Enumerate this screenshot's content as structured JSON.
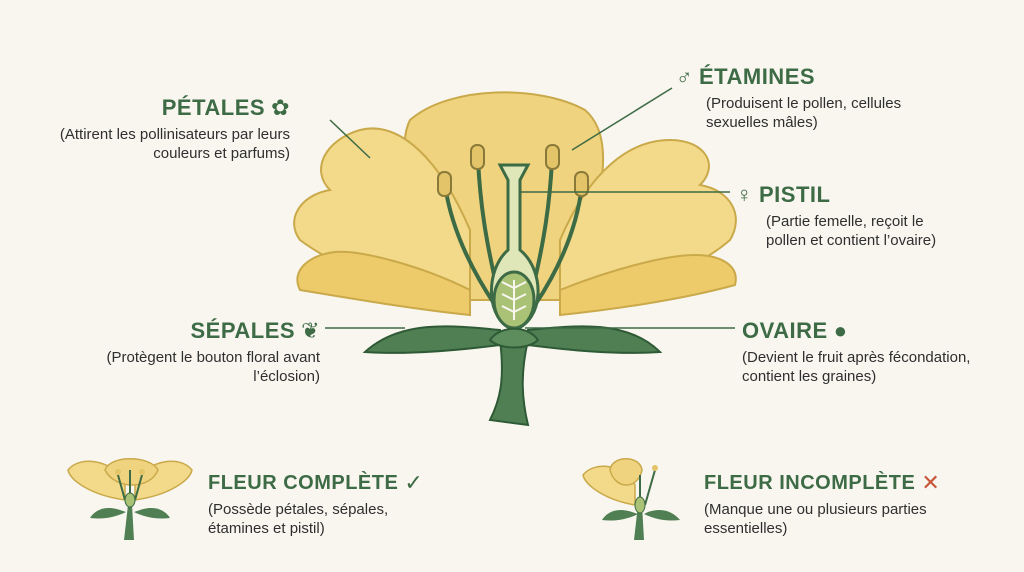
{
  "labels": {
    "petales": {
      "title": "PÉTALES",
      "desc": "(Attirent les pollinisateurs par leurs couleurs et parfums)"
    },
    "etamines": {
      "symbol": "♂",
      "title": "ÉTAMINES",
      "desc": "(Produisent le pollen, cellules sexuelles mâles)"
    },
    "pistil": {
      "symbol": "♀",
      "title": "PISTIL",
      "desc": "(Partie femelle, reçoit le pollen et contient l’ovaire)"
    },
    "sepales": {
      "title": "SÉPALES",
      "desc": "(Protègent le bouton floral avant l’éclosion)"
    },
    "ovaire": {
      "title": "OVAIRE",
      "desc": "(Devient le fruit après fécondation, contient les graines)"
    }
  },
  "examples": {
    "complete": {
      "title": "FLEUR COMPLÈTE",
      "mark": "✓",
      "desc": "(Possède pétales, sépales, étamines et pistil)"
    },
    "incomplete": {
      "title": "FLEUR INCOMPLÈTE",
      "mark": "✕",
      "desc": "(Manque une ou plusieurs parties essentielles)"
    }
  },
  "colors": {
    "petal": "#f0d37e",
    "petal_stroke": "#c9a94a",
    "green": "#4f7f52",
    "green_dark": "#3d6b45",
    "title": "#3d6b45",
    "cross": "#c8553a"
  },
  "icons": {
    "petales": "flower-icon",
    "sepales": "leaf-sprig-icon",
    "ovaire": "apple-icon",
    "complete": "checkmark-icon",
    "incomplete": "cross-icon"
  }
}
